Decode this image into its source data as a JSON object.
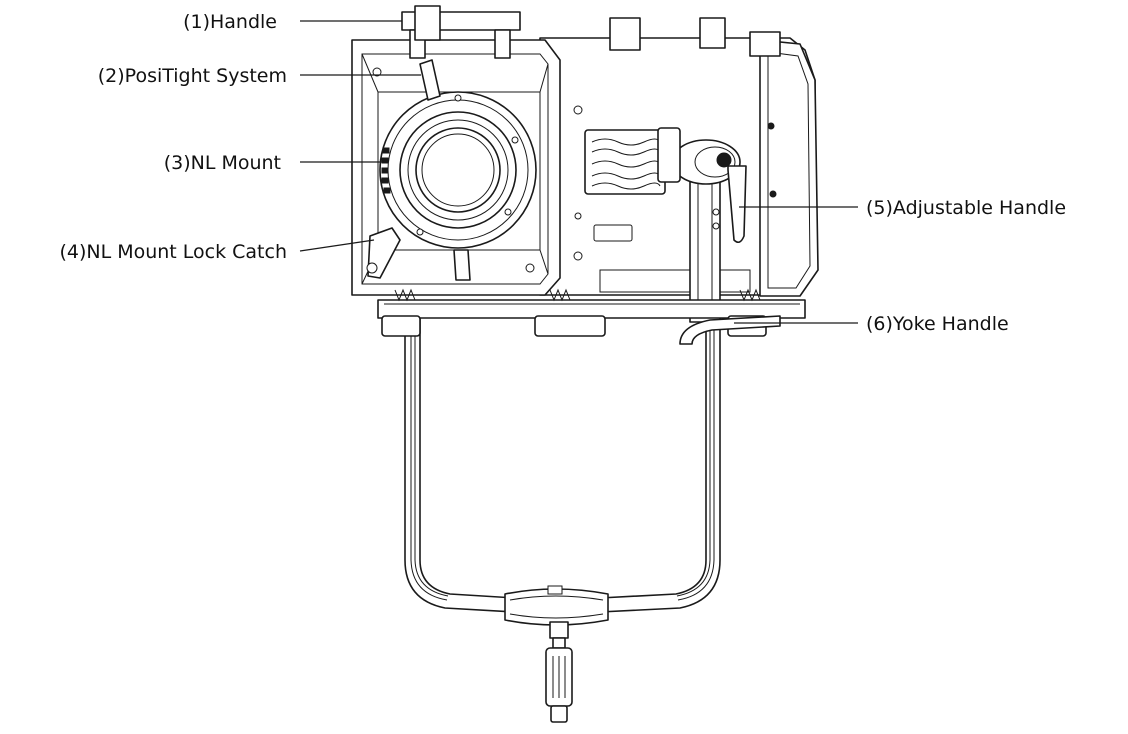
{
  "callouts": [
    {
      "id": "handle",
      "label": "(1)Handle"
    },
    {
      "id": "positight",
      "label": "(2)PosiTight System"
    },
    {
      "id": "nl-mount",
      "label": "(3)NL Mount"
    },
    {
      "id": "lock-catch",
      "label": "(4)NL Mount Lock Catch"
    },
    {
      "id": "adjustable-handle",
      "label": "(5)Adjustable Handle"
    },
    {
      "id": "yoke-handle",
      "label": "(6)Yoke Handle"
    }
  ]
}
